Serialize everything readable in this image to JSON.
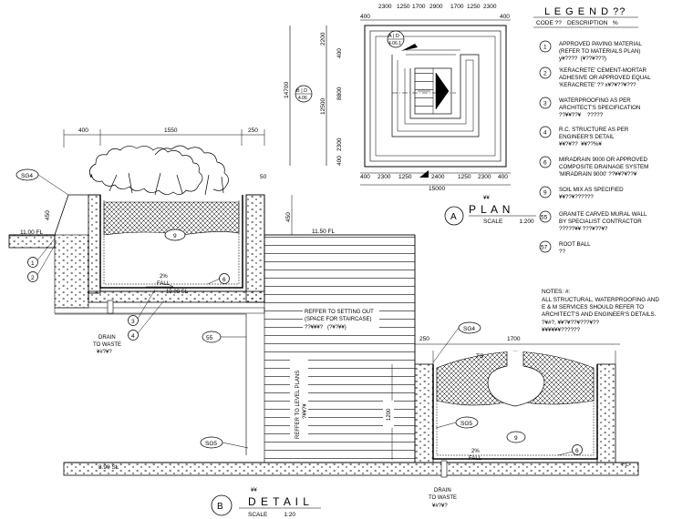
{
  "legend": {
    "title": "L E G E N D ??",
    "code_header": "CODE ??",
    "desc_header": "DESCRIPTION   %",
    "items": [
      {
        "code": "1",
        "lines": [
          "APPROVED PAVING MATERIAL",
          "(REFER TO MATERIALS PLAN)",
          "y¥????  (¥??¥???)"
        ]
      },
      {
        "code": "2",
        "lines": [
          "'KERACRETE' CEMENT-MORTAR",
          "ADHESIVE OR APPROVED EQUAL",
          "'KERACRETE' ?? x¥?¥??¥???"
        ]
      },
      {
        "code": "3",
        "lines": [
          "WATERPROOFING AS PER",
          "ARCHITECT'S SPECIFICATION",
          "??¥¥??¥    ?????"
        ]
      },
      {
        "code": "4",
        "lines": [
          "R.C. STRUCTURE AS PER",
          "ENGINEER'S DETAIL",
          "¥¥?¥??  ¥¥??%¥"
        ]
      },
      {
        "code": "6",
        "lines": [
          "MIRADRAIN 9000 OR APPROVED",
          "COMPOSITE DRAINAGE SYSTEM",
          "'MIRADRAIN 9000' ??¥¥?¥??¥"
        ]
      },
      {
        "code": "9",
        "lines": [
          "SOIL MIX AS SPECIFIED",
          "¥¥??¥??????"
        ]
      },
      {
        "code": "55",
        "lines": [
          "GRANITE CARVED MURAL WALL",
          "BY SPECIALIST CONTRACTOR",
          "?????¥¥ ???¥??¥?"
        ]
      },
      {
        "code": "57",
        "lines": [
          "ROOT BALL",
          "??"
        ]
      }
    ]
  },
  "notes": {
    "title": "NOTES: #:",
    "lines": [
      "ALL STRUCTURAL, WATERPROOFING AND",
      "E & M SERVICES SHOULD REFER TO",
      "ARCHITECT'S AND ENGINEER'S DETAILS.",
      "?¥#?, ¥¥?¥??¥???¥??",
      "¥¥¥¥¥¥??????"
    ]
  },
  "plan": {
    "label_small": "¥¥",
    "title": "P L A N",
    "scale": "SCALE          1:200",
    "marker": "A",
    "ref_a": {
      "top": "A | D",
      "bottom": "4.06.1"
    },
    "ref_b": {
      "top": "B | D",
      "bottom": "4.06"
    },
    "top_dims": [
      "400",
      "2300",
      "1250",
      "1700",
      "2900",
      "1700",
      "1250",
      "2300",
      "400"
    ],
    "bottom_dims": [
      "400",
      "2300",
      "1250",
      "2400",
      "1250",
      "2300",
      "400"
    ],
    "bottom_total": "15000",
    "left_dims": [
      "2200",
      "400",
      "12500",
      "8800",
      "2300",
      "400"
    ],
    "left_total": "14700"
  },
  "detail": {
    "label_small": "¥¥",
    "title": "D E T A I L",
    "scale": "SCALE          1:20",
    "marker": "B",
    "top_dims": [
      "400",
      "1550",
      "250"
    ],
    "dim_50": "50",
    "dim_450_left": "450",
    "dim_450_stair": "450",
    "dim_250": "250",
    "dim_1700": "1700",
    "dim_1200": "1200",
    "levels": {
      "fl_left": "11.00 FL",
      "sl_left": "10.80 SL",
      "fl_stair": "11.50 FL",
      "sl_bottom": "8.90 SL",
      "fl_right": "FL",
      "ts_right": "TS"
    },
    "drain_left": [
      "DRAIN",
      "TO WASTE",
      "¥#?¥?"
    ],
    "drain_right": [
      "DRAIN",
      "TO WASTE",
      "¥#?¥?"
    ],
    "fall_left": [
      "2%",
      "FALL"
    ],
    "fall_right": [
      "2%",
      "FALL"
    ],
    "setting_out": [
      "REFFER TO SETTING OUT",
      "(SPACE FOR STAIRCASE)",
      "??¥¥¥?   (?¥?¥¥)"
    ],
    "level_plans": [
      "REFFER TO LEVEL PLANS",
      "?¥¥?¥"
    ],
    "tags": {
      "sg4_left": "SG4",
      "sg4_right": "SG4",
      "sg5_mid": "SG5",
      "sg5_bottom": "SG5",
      "c1": "1",
      "c2": "2",
      "c3": "3",
      "c4": "4",
      "c6a": "6",
      "c6b": "6",
      "c9a": "9",
      "c9b": "9",
      "c55": "55",
      "c57": "57"
    }
  },
  "colors": {
    "ink": "#000000",
    "paper": "#ffffff"
  }
}
